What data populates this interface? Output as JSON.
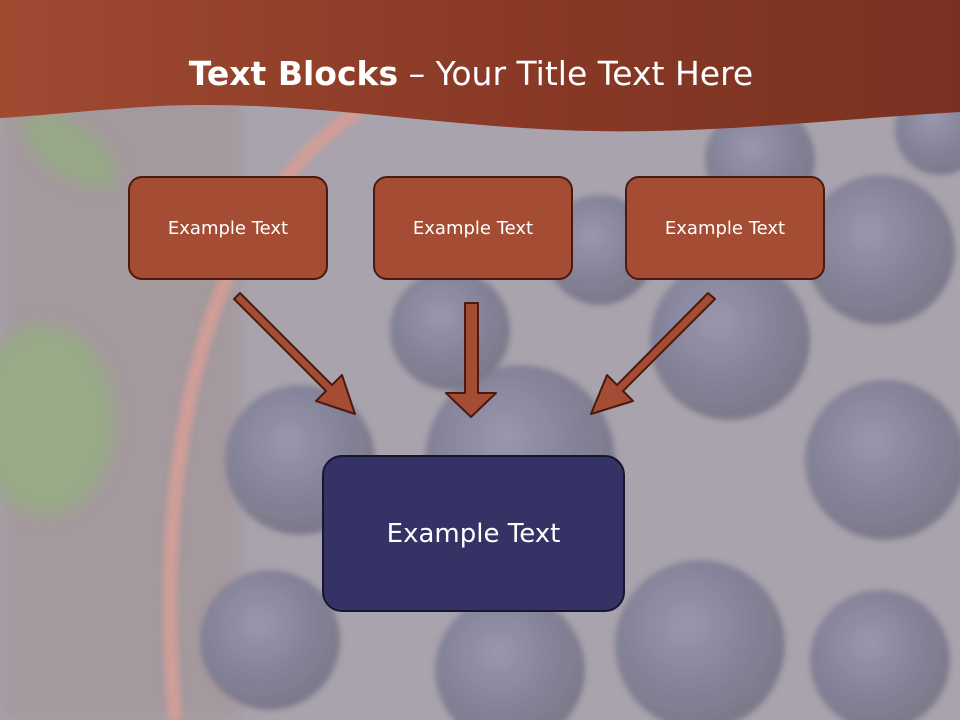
{
  "slide": {
    "title_bold": "Text Blocks",
    "title_rest": " – Your Title Text Here",
    "top_boxes": [
      {
        "label": "Example Text"
      },
      {
        "label": "Example Text"
      },
      {
        "label": "Example Text"
      }
    ],
    "bottom_box": {
      "label": "Example Text"
    }
  },
  "colors": {
    "header": "#8a3a26",
    "top_box_fill": "#a44d34",
    "arrow_fill": "#a44d34",
    "bottom_box_fill": "#353266",
    "background_tint": "#8a8593"
  }
}
